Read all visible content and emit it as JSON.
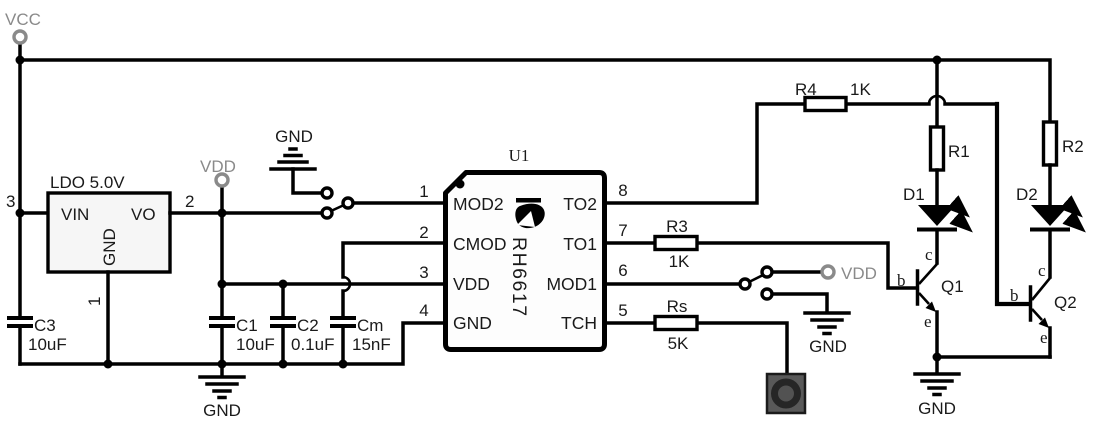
{
  "labels": {
    "vcc": "VCC",
    "vdd": "VDD",
    "gnd": "GND"
  },
  "ldo": {
    "name": "LDO  5.0V",
    "pin_vin": "VIN",
    "pin_vo": "VO",
    "pin_gnd": "GND",
    "num_vin": "3",
    "num_vo": "2",
    "num_gnd": "1"
  },
  "ic": {
    "ref": "U1",
    "part": "RH6617",
    "left_pins": [
      {
        "num": "1",
        "name": "MOD2"
      },
      {
        "num": "2",
        "name": "CMOD"
      },
      {
        "num": "3",
        "name": "VDD"
      },
      {
        "num": "4",
        "name": "GND"
      }
    ],
    "right_pins": [
      {
        "num": "8",
        "name": "TO2"
      },
      {
        "num": "7",
        "name": "TO1"
      },
      {
        "num": "6",
        "name": "MOD1"
      },
      {
        "num": "5",
        "name": "TCH"
      }
    ]
  },
  "resistors": [
    {
      "ref": "R4",
      "value": "1K"
    },
    {
      "ref": "R3",
      "value": "1K"
    },
    {
      "ref": "Rs",
      "value": "5K"
    },
    {
      "ref": "R1"
    },
    {
      "ref": "R2"
    }
  ],
  "capacitors": [
    {
      "ref": "C3",
      "value": "10uF"
    },
    {
      "ref": "C1",
      "value": "10uF"
    },
    {
      "ref": "C2",
      "value": "0.1uF"
    },
    {
      "ref": "Cm",
      "value": "15nF"
    }
  ],
  "leds": [
    {
      "ref": "D1"
    },
    {
      "ref": "D2"
    }
  ],
  "transistors": [
    {
      "ref": "Q1",
      "b": "b",
      "c": "c",
      "e": "e"
    },
    {
      "ref": "Q2",
      "b": "b",
      "c": "c",
      "e": "e"
    }
  ],
  "colors": {
    "wire": "#000000",
    "muted_gray": "#8a8a8a",
    "button_fill": "#595959",
    "button_ring": "#262626"
  }
}
